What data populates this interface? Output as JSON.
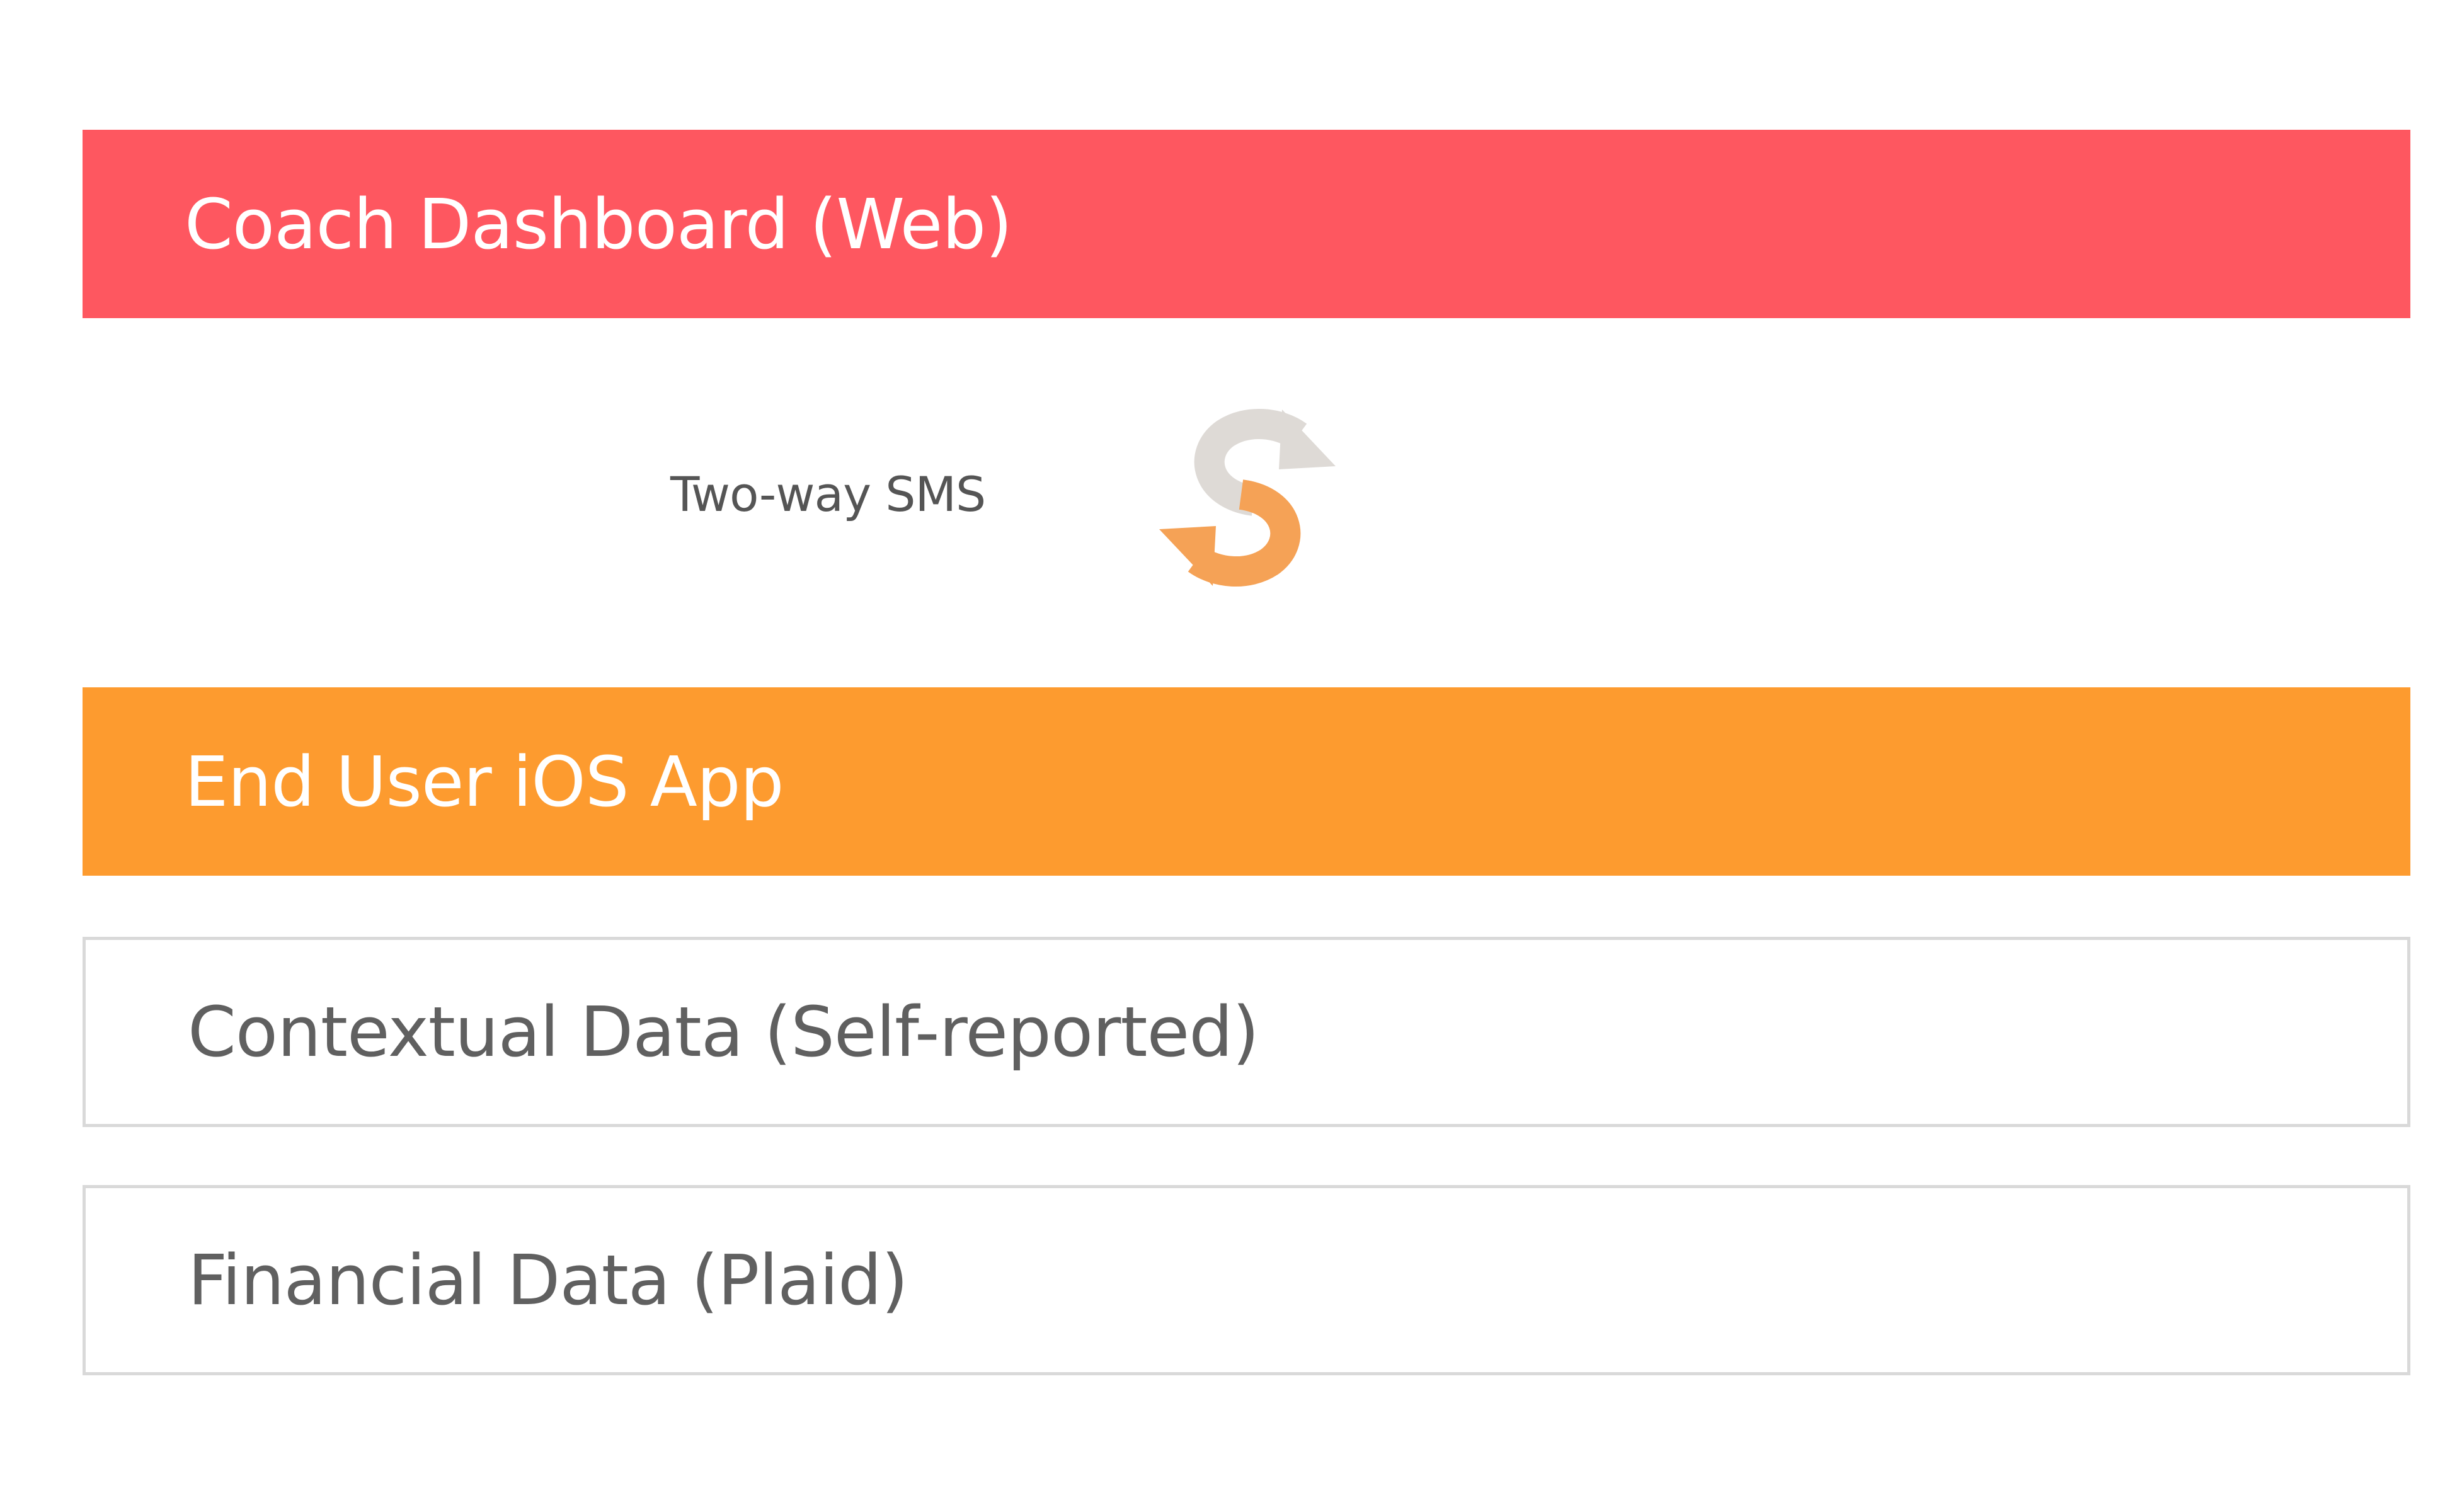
{
  "blocks": {
    "coach_dashboard": "Coach Dashboard (Web)",
    "end_user_app": "End User iOS App",
    "contextual_data": "Contextual Data (Self-reported)",
    "financial_data": "Financial Data (Plaid)"
  },
  "connector": {
    "label": "Two-way SMS",
    "icon": "sync-icon"
  },
  "colors": {
    "coach_dashboard": "#fe5760",
    "end_user_app": "#fd9b2f",
    "sync_upper_arrow": "#dedad6",
    "sync_lower_arrow": "#f5a256",
    "outline_border": "#d9d9d9",
    "outline_text": "#606060"
  }
}
